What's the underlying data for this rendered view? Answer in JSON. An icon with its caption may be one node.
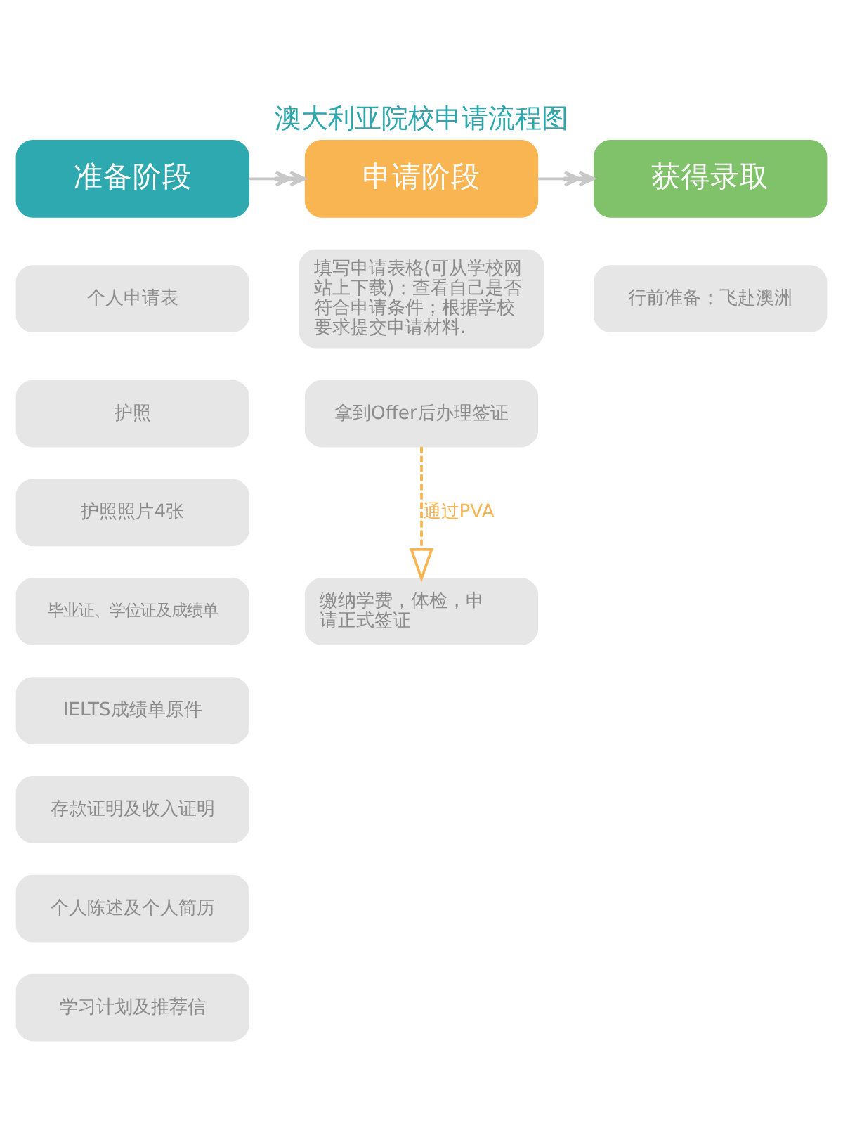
{
  "diagram": {
    "title": "澳大利亚院校申请流程图",
    "nodes": [
      {
        "text": [
          "准备阶段"
        ]
      },
      {
        "text": [
          "申请阶段"
        ]
      },
      {
        "text": [
          "获得录取"
        ]
      },
      {
        "text": [
          "个人申请表"
        ]
      },
      {
        "text": [
          "护照"
        ]
      },
      {
        "text": [
          "护照照片4张"
        ]
      },
      {
        "text": [
          "毕业证、学位证及成绩单"
        ]
      },
      {
        "text": [
          "IELTS成绩单原件"
        ]
      },
      {
        "text": [
          "存款证明及收入证明"
        ]
      },
      {
        "text": [
          "个人陈述及个人简历"
        ]
      },
      {
        "text": [
          "学习计划及推荐信"
        ]
      },
      {
        "text": [
          "填写申请表格(可从学校网站上下载)；查看自己是否符合申请条件；根据学校要求提交申请材料."
        ]
      },
      {
        "text": [
          "拿到Offer后办理签证"
        ]
      },
      {
        "text": [
          "缴纳学费，体检，申请正式签证"
        ]
      },
      {
        "text": [
          "行前准备；飞赴澳洲"
        ]
      }
    ],
    "edges": [
      {
        "from": 0,
        "to": 1,
        "arrow": "to"
      },
      {
        "from": 1,
        "to": 2,
        "arrow": "to"
      },
      {
        "from": 12,
        "to": 13,
        "arrow": "to",
        "label": "通过PVA",
        "style": "dashed",
        "color": "#f7b552"
      }
    ]
  }
}
